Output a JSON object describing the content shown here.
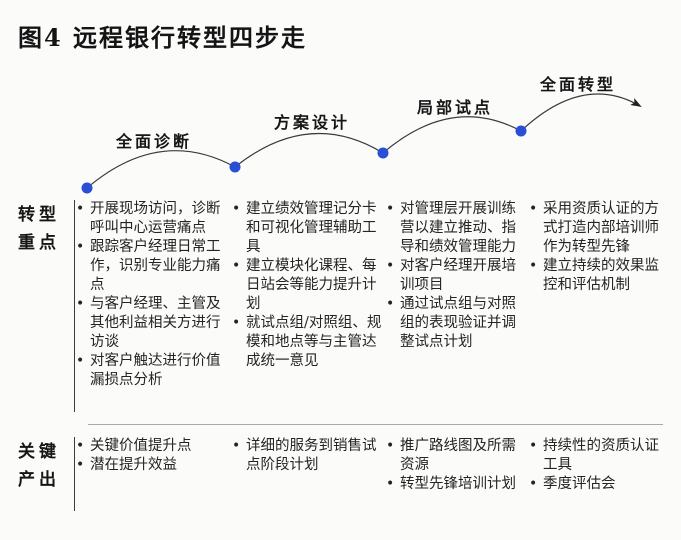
{
  "title": "图4 远程银行转型四步走",
  "colors": {
    "dot": "#2a4fd4",
    "curve": "#3a3a3a",
    "divider": "#a9a9a9",
    "text": "#242424"
  },
  "stages": [
    {
      "label": "全面诊断"
    },
    {
      "label": "方案设计"
    },
    {
      "label": "局部试点"
    },
    {
      "label": "全面转型"
    }
  ],
  "rows": [
    {
      "label_lines": [
        "转型",
        "重点"
      ],
      "columns": [
        {
          "bullets": [
            "开展现场访问，诊断呼叫中心运营痛点",
            "跟踪客户经理日常工作，识别专业能力痛点",
            "与客户经理、主管及其他利益相关方进行访谈",
            "对客户触达进行价值漏损点分析"
          ]
        },
        {
          "bullets": [
            "建立绩效管理记分卡和可视化管理辅助工具",
            "建立模块化课程、每日站会等能力提升计划",
            "就试点组/对照组、规模和地点等与主管达成统一意见"
          ]
        },
        {
          "bullets": [
            "对管理层开展训练营以建立推动、指导和绩效管理能力",
            "对客户经理开展培训项目",
            "通过试点组与对照组的表现验证并调整试点计划"
          ]
        },
        {
          "bullets": [
            "采用资质认证的方式打造内部培训师作为转型先锋",
            "建立持续的效果监控和评估机制"
          ]
        }
      ]
    },
    {
      "label_lines": [
        "关键",
        "产出"
      ],
      "columns": [
        {
          "bullets": [
            "关键价值提升点",
            "潜在提升效益"
          ]
        },
        {
          "bullets": [
            "详细的服务到销售试点阶段计划"
          ]
        },
        {
          "bullets": [
            "推广路线图及所需资源",
            "转型先锋培训计划"
          ]
        },
        {
          "bullets": [
            "持续性的资质认证工具",
            "季度评估会"
          ]
        }
      ]
    }
  ]
}
